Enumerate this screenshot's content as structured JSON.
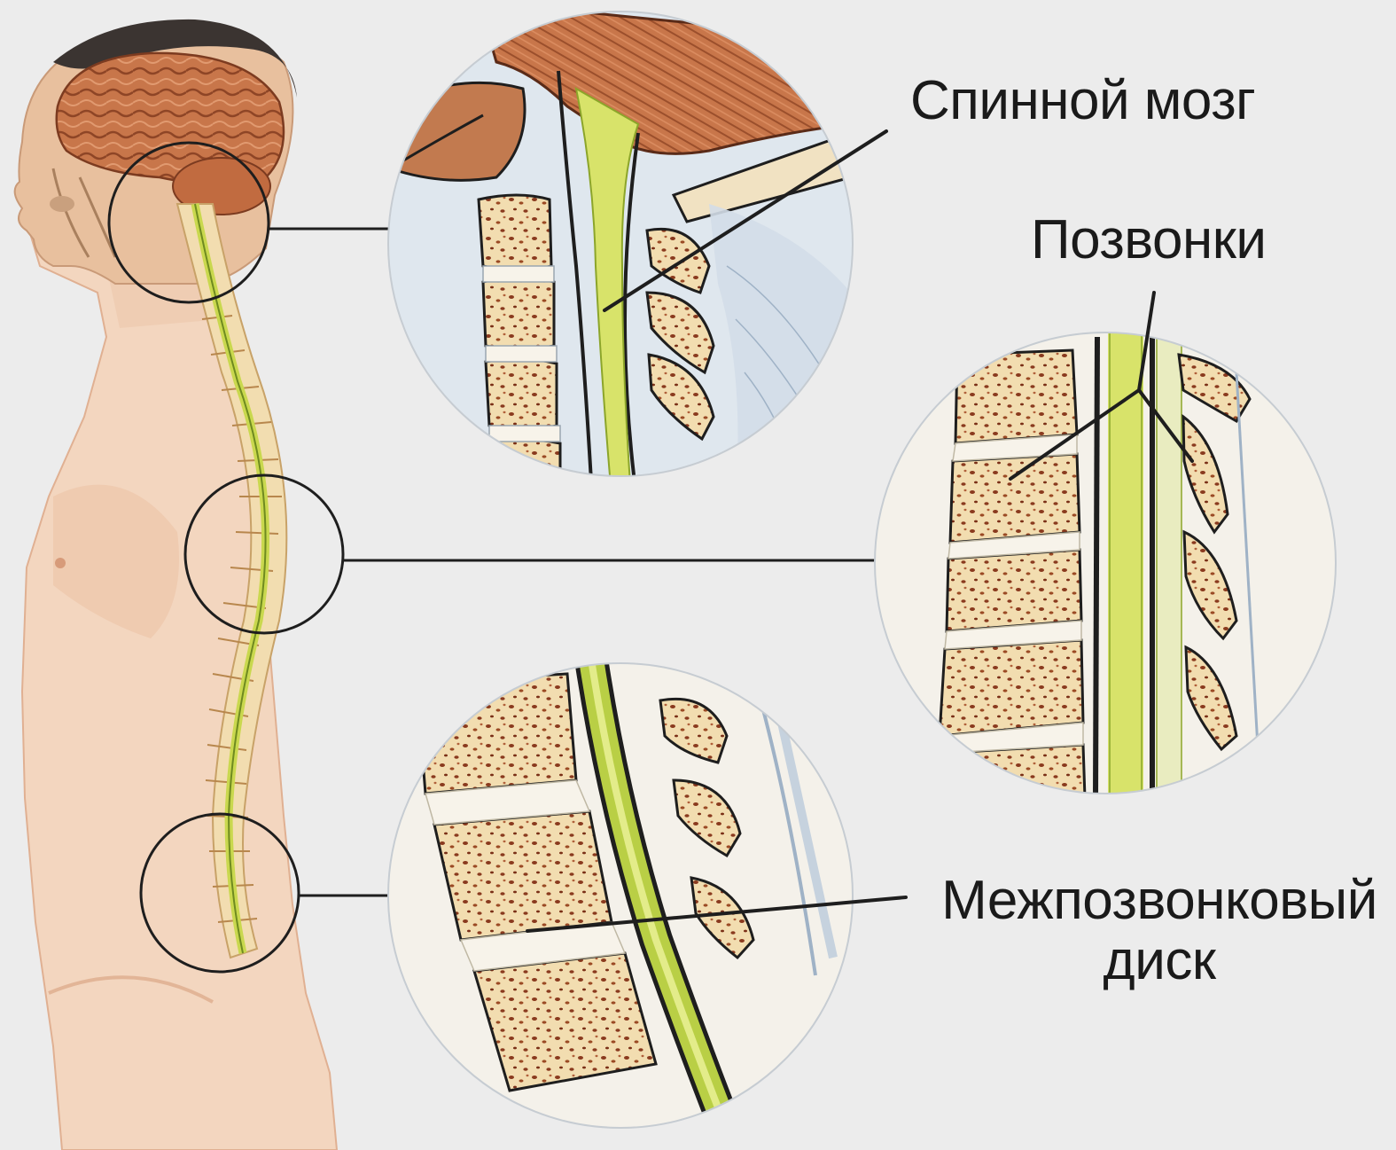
{
  "labels": {
    "spinal_cord": "Спинной мозг",
    "vertebrae": "Позвонки",
    "disc_line1": "Межпозвонковый",
    "disc_line2": "диск"
  },
  "colors": {
    "background": "#ececec",
    "skin": "#f3d6bf",
    "skin_shadow": "#e6b899",
    "brain": "#c8764a",
    "brain_dark": "#9b4f2c",
    "hair": "#3b3431",
    "spinal_cord": "#d8e36a",
    "cord_dark": "#8ca52a",
    "bone": "#f2ddb0",
    "bone_spot": "#8a3a1e",
    "outline": "#1e1e1e",
    "disc": "#f7f3ea",
    "tissue": "#d9e2ec"
  }
}
